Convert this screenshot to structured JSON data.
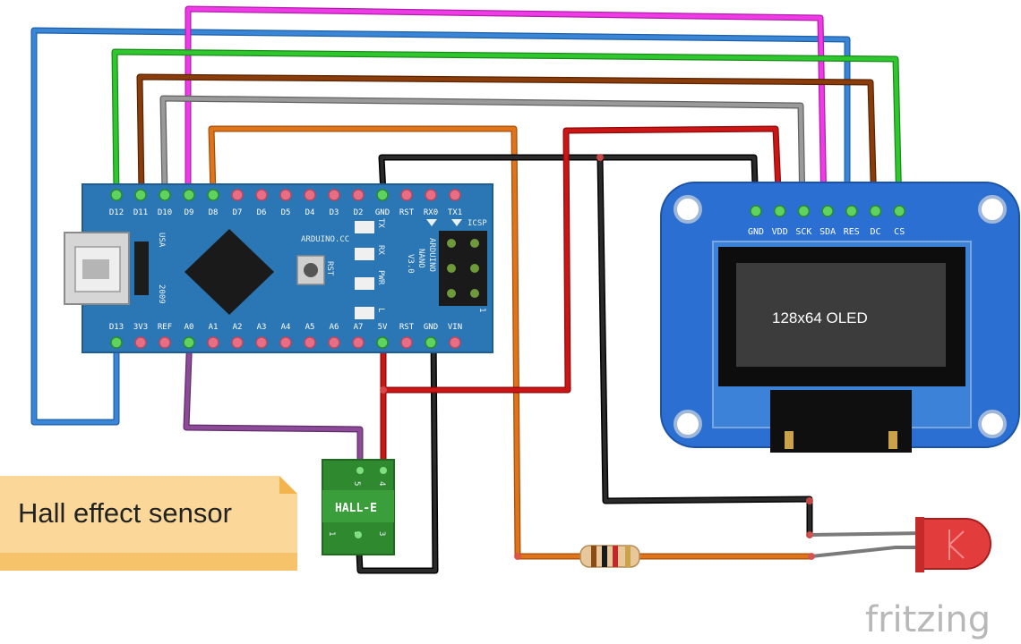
{
  "nano": {
    "top_pins": [
      "D12",
      "D11",
      "D10",
      "D9",
      "D8",
      "D7",
      "D6",
      "D5",
      "D4",
      "D3",
      "D2",
      "GND",
      "RST",
      "RX0",
      "TX1"
    ],
    "bottom_pins": [
      "D13",
      "3V3",
      "REF",
      "A0",
      "A1",
      "A2",
      "A3",
      "A4",
      "A5",
      "A6",
      "A7",
      "5V",
      "RST",
      "GND",
      "VIN"
    ],
    "brand": "ARDUINO.CC",
    "model_lines": [
      "ARDUINO",
      "NANO",
      "V3.0"
    ],
    "usa": "USA",
    "year": "2009",
    "rst_label": "RST",
    "icsp": "ICSP",
    "led_labels": [
      "TX",
      "RX",
      "PWR",
      "L"
    ],
    "one": "1"
  },
  "oled": {
    "pins": [
      "GND",
      "VDD",
      "SCK",
      "SDA",
      "RES",
      "DC",
      "CS"
    ],
    "label": "128x64 OLED"
  },
  "hall": {
    "label": "HALL-E",
    "top_pins": [
      "5",
      "4"
    ],
    "bottom_pins": [
      "1",
      "2",
      "3"
    ]
  },
  "note": {
    "text": "Hall effect sensor"
  },
  "watermark": "fritzing",
  "colors": {
    "board_blue": "#2b76b4",
    "oled_blue": "#2b6fd2",
    "wire_pink": "#ee3be6",
    "wire_blue": "#3a86d6",
    "wire_green": "#2ec82e",
    "wire_brown": "#8a3c0a",
    "wire_gray": "#8f8f8f",
    "wire_orange": "#e07418",
    "wire_black": "#151515",
    "wire_red": "#cc1515",
    "wire_purple": "#8c4a98",
    "hall_green": "#2f8a2f",
    "note_yellow": "#fbd89a",
    "led_red": "#e33c3c"
  }
}
